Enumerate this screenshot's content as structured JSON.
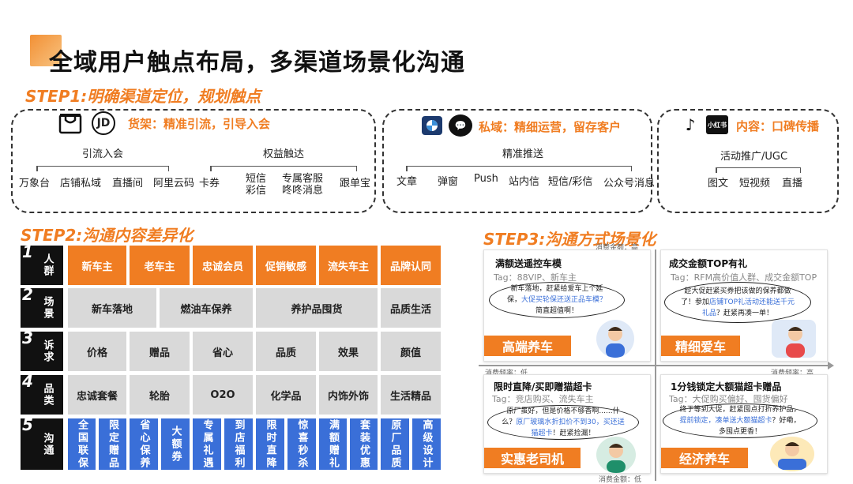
{
  "title": "全域用户触点布局，多渠道场景化沟通",
  "step1": {
    "heading": "STEP1:明确渠道定位，规划触点",
    "shelf": {
      "label": "货架：精准引流，引导入会",
      "icon1": "tmall-bag-icon",
      "icon2_text": "JD",
      "groups": [
        {
          "name": "引流入会",
          "items": [
            "万象台",
            "店铺私域",
            "直播间",
            "阿里云码"
          ]
        },
        {
          "name": "权益触达",
          "items": [
            "卡券",
            "短信\n彩信",
            "专属客服\n咚咚消息",
            "跟单宝"
          ]
        }
      ]
    },
    "private": {
      "label": "私域：精细运营，留存客户",
      "icon2_text": "💬",
      "group": "精准推送",
      "items": [
        "文章",
        "弹窗",
        "Push",
        "站内信",
        "短信/彩信",
        "公众号消息"
      ]
    },
    "content": {
      "label": "内容：口碑传播",
      "icon1_text": "♪",
      "icon2_text": "小红书",
      "group": "活动推广/UGC",
      "items": [
        "图文",
        "短视频",
        "直播"
      ]
    }
  },
  "step2": {
    "heading": "STEP2:沟通内容差异化",
    "rows": [
      {
        "num": "1",
        "label": "人群",
        "cells": [
          "新车主",
          "老车主",
          "忠诚会员",
          "促销敏感",
          "流失车主",
          "品牌认同"
        ]
      },
      {
        "num": "2",
        "label": "场景",
        "cells": [
          "新车落地",
          "燃油车保养",
          "养护品囤货",
          "品质生活"
        ]
      },
      {
        "num": "3",
        "label": "诉求",
        "cells": [
          "价格",
          "赠品",
          "省心",
          "品质",
          "效果",
          "颜值"
        ]
      },
      {
        "num": "4",
        "label": "品类",
        "cells": [
          "忠诚套餐",
          "轮胎",
          "O2O",
          "化学品",
          "内饰外饰",
          "生活精品"
        ]
      },
      {
        "num": "5",
        "label": "沟通",
        "cells": [
          "全国联保",
          "限定赠品",
          "省心保养",
          "大额券",
          "专属礼遇",
          "到店福利",
          "限时直降",
          "惊喜秒杀",
          "满额赠礼",
          "套装优惠",
          "原厂品质",
          "高级设计"
        ]
      }
    ]
  },
  "step3": {
    "heading": "STEP3:沟通方式场景化",
    "axis": {
      "top": "消费金额：高",
      "left": "消费频率：低",
      "right": "消费频率：高",
      "bottom": "消费金额：低"
    },
    "cards": [
      {
        "title": "满额送遥控车模",
        "tag": "Tag：88VIP、新车主",
        "bubble_a": "新车落地，赶紧给爱车上个延保，",
        "bubble_b": "大促买轮保还送正品车模？",
        "bubble_c": "简直超值啊！",
        "button": "高端养车"
      },
      {
        "title": "成交金额TOP有礼",
        "tag": "Tag：RFM高价值人群、成交金额TOP",
        "bubble_a": "趁大促赶紧买券把该做的保养都做了！参加",
        "bubble_b": "店铺TOP礼活动还能送千元礼品",
        "bubble_c": "？赶紧再凑一单！",
        "button": "精细爱车"
      },
      {
        "title": "限时直降/买即赠猫超卡",
        "tag": "Tag：竞店购买、流失车主",
        "bubble_a": "原厂虽好，但是价格不够香啊......什么？",
        "bubble_b": "原厂玻璃水折扣价不到30，买还送猫超卡",
        "bubble_c": "！赶紧捡漏！",
        "button": "实惠老司机"
      },
      {
        "title": "1分钱锁定大额猫超卡赠品",
        "tag": "Tag：大促购买偏好、囤货偏好",
        "bubble_a": "终于等到大促，赶紧囤点打折养护品，",
        "bubble_b": "提前锁定，凑单送大额猫超卡",
        "bubble_c": "？好嘞，多囤点更香！",
        "button": "经济养车"
      }
    ]
  },
  "colors": {
    "accent": "#f07d22",
    "blue": "#3a6fd8",
    "grey": "#d9d9d9",
    "black": "#111111"
  }
}
